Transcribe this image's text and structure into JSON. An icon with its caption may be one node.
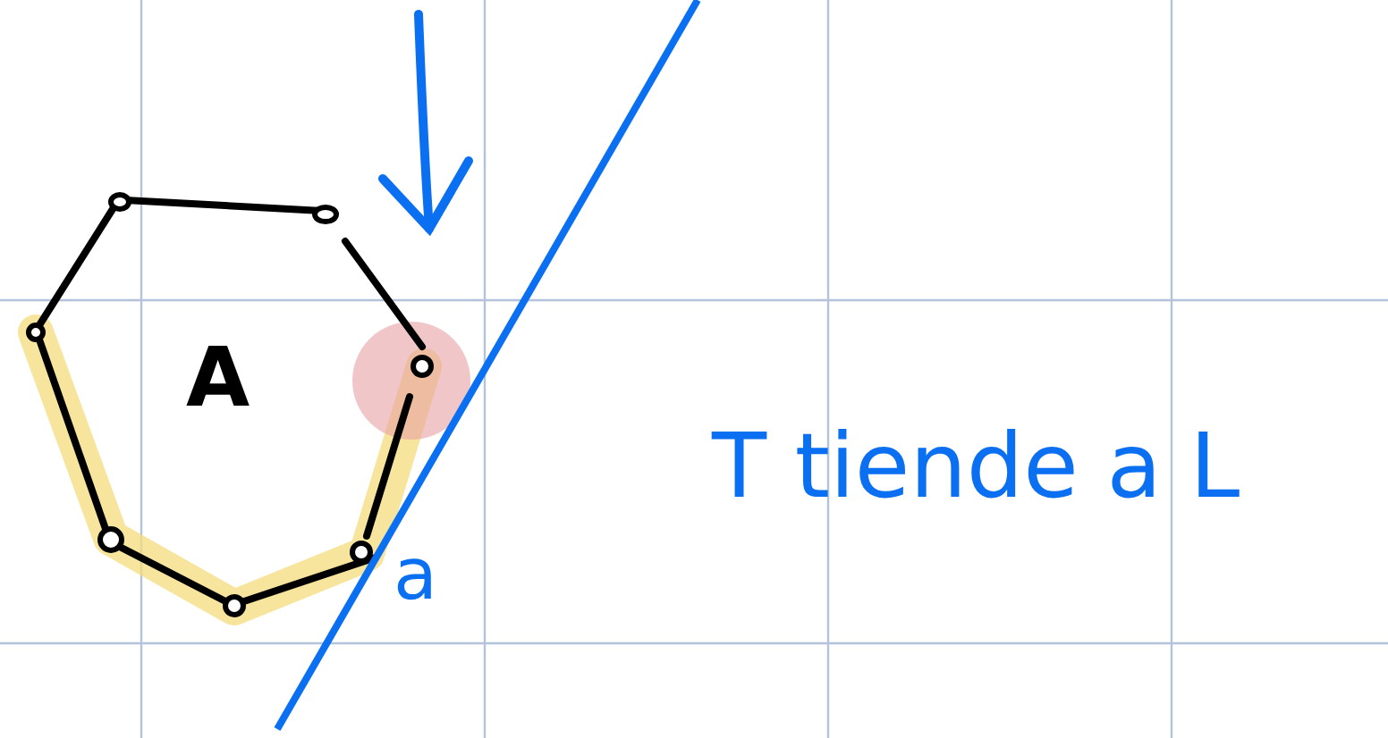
{
  "diagram": {
    "labels": [
      "A",
      "a",
      "T tiende a L"
    ]
  }
}
